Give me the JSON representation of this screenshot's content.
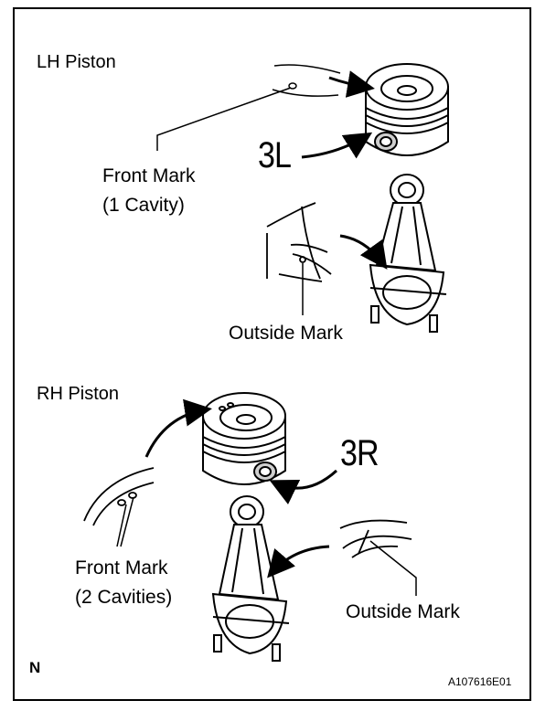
{
  "lh": {
    "title": "LH Piston",
    "code": "3L",
    "front_mark": "Front Mark",
    "front_mark_detail": "(1 Cavity)",
    "outside_mark": "Outside Mark"
  },
  "rh": {
    "title": "RH Piston",
    "code": "3R",
    "front_mark": "Front Mark",
    "front_mark_detail": "(2 Cavities)",
    "outside_mark": "Outside Mark"
  },
  "footer": {
    "corner_letter": "N",
    "figure_id": "A107616E01"
  },
  "colors": {
    "ink": "#000000",
    "paper": "#ffffff",
    "shade": "#cfcfcf"
  }
}
